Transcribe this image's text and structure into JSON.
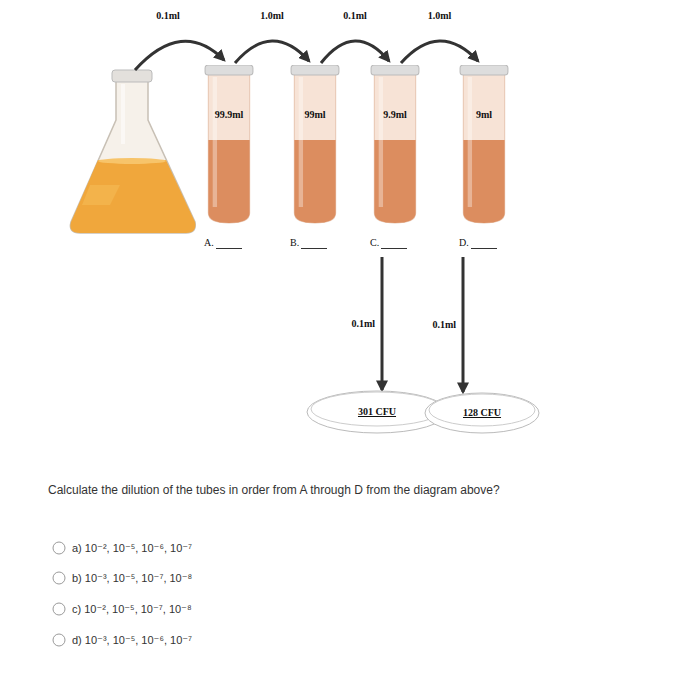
{
  "diagram": {
    "nodes": [
      {
        "text": [
          "99.9ml",
          "A."
        ]
      },
      {
        "text": [
          "99ml",
          "B."
        ]
      },
      {
        "text": [
          "9.9ml",
          "C."
        ]
      },
      {
        "text": [
          "9ml",
          "D."
        ]
      },
      {
        "text": [
          "301 CFU"
        ]
      },
      {
        "text": [
          "128 CFU"
        ]
      }
    ],
    "edges": [
      {
        "from": 0,
        "to": 1,
        "arrow": "to",
        "label": "1.0ml"
      },
      {
        "from": 1,
        "to": 2,
        "arrow": "to",
        "label": "0.1ml"
      },
      {
        "from": 2,
        "to": 3,
        "arrow": "to",
        "label": "1.0ml"
      },
      {
        "from": 2,
        "to": 4,
        "arrow": "to",
        "label": "0.1ml"
      },
      {
        "from": 3,
        "to": 5,
        "arrow": "to",
        "label": "0.1ml"
      }
    ],
    "labels": [
      "0.1ml",
      "Calculate the dilution of the tubes in order from A through D from the diagram above?",
      "a) 10⁻², 10⁻⁵, 10⁻⁶, 10⁻⁷",
      "b) 10⁻³, 10⁻⁵, 10⁻⁷, 10⁻⁸",
      "c) 10⁻², 10⁻⁵, 10⁻⁷, 10⁻⁸",
      "d) 10⁻³, 10⁻⁵, 10⁻⁶, 10⁻⁷"
    ]
  }
}
